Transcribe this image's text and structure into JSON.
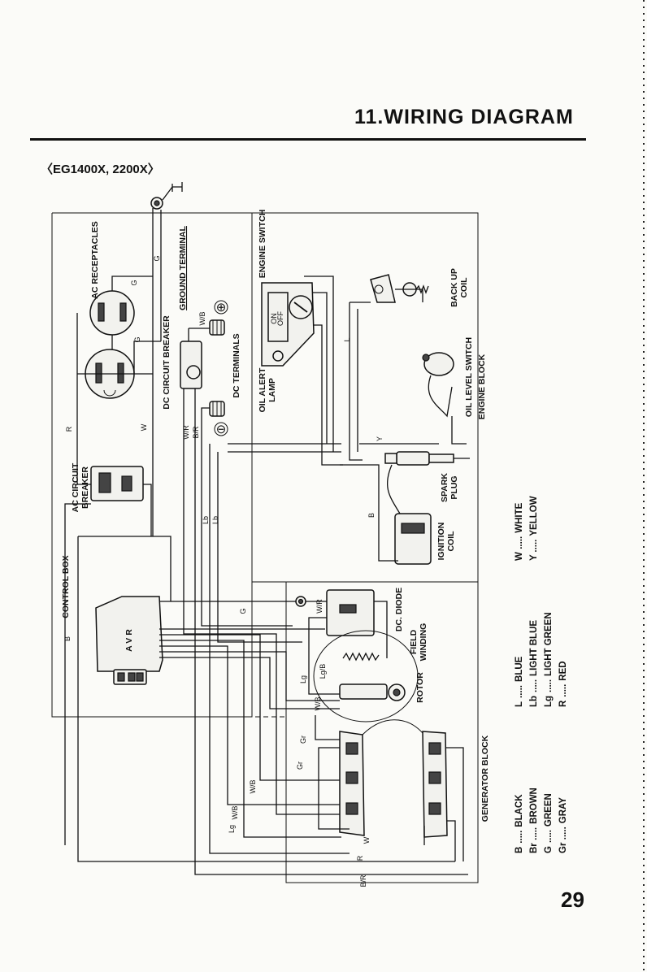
{
  "page": {
    "title": "11.WIRING DIAGRAM",
    "subtitle": "〈EG1400X, 2200X〉",
    "page_number": "29"
  },
  "labels": {
    "control_box": "CONTROL BOX",
    "ac_receptacles": "AC RECEPTACLES",
    "ground_terminal": "GROUND TERMINAL",
    "dc_circuit_breaker": "DC CIRCUIT BREAKER",
    "dc_terminals": "DC TERMINALS",
    "ac_circuit_breaker_1": "AC CIRCUIT",
    "ac_circuit_breaker_2": "BREAKER",
    "avr": "A V R",
    "engine_switch": "ENGINE SWITCH",
    "engine_switch_on": "ON",
    "engine_switch_off": "OFF",
    "oil_alert_lamp_1": "OIL ALERT",
    "oil_alert_lamp_2": "LAMP",
    "back_up_coil_1": "BACK UP",
    "back_up_coil_2": "COIL",
    "oil_level_switch": "OIL LEVEL SWITCH",
    "engine_block": "ENGINE BLOCK",
    "spark_plug_1": "SPARK",
    "spark_plug_2": "PLUG",
    "ignition_coil_1": "IGNITION",
    "ignition_coil_2": "COIL",
    "dc_diode": "DC. DIODE",
    "field_winding_1": "FIELD",
    "field_winding_2": "WINDING",
    "rotor": "ROTOR",
    "generator_block": "GENERATOR BLOCK",
    "plus_symbol": "⊕",
    "minus_symbol": "⊖"
  },
  "wire_codes": [
    "R",
    "W",
    "G",
    "G",
    "G",
    "W/B",
    "W/R",
    "B/R",
    "Lb",
    "Lb",
    "Lg",
    "B",
    "L",
    "Y",
    "Gr",
    "Gr",
    "W/B",
    "W/B",
    "Lg/B",
    "W/B",
    "B/R",
    "R",
    "W",
    "Lg",
    "B",
    "G",
    "W/R"
  ],
  "legend": {
    "column1": [
      {
        "code": "B",
        "dots": ".....",
        "color": "BLACK"
      },
      {
        "code": "Br",
        "dots": ".....",
        "color": "BROWN"
      },
      {
        "code": "G",
        "dots": ".....",
        "color": "GREEN"
      },
      {
        "code": "Gr",
        "dots": ".....",
        "color": "GRAY"
      }
    ],
    "column2": [
      {
        "code": "L",
        "dots": ".....",
        "color": "BLUE"
      },
      {
        "code": "Lb",
        "dots": ".....",
        "color": "LIGHT BLUE"
      },
      {
        "code": "Lg",
        "dots": ".....",
        "color": "LIGHT GREEN"
      },
      {
        "code": "R",
        "dots": ".....",
        "color": "RED"
      }
    ],
    "column3": [
      {
        "code": "W",
        "dots": ".....",
        "color": "WHITE"
      },
      {
        "code": "Y",
        "dots": ".....",
        "color": "YELLOW"
      }
    ]
  }
}
